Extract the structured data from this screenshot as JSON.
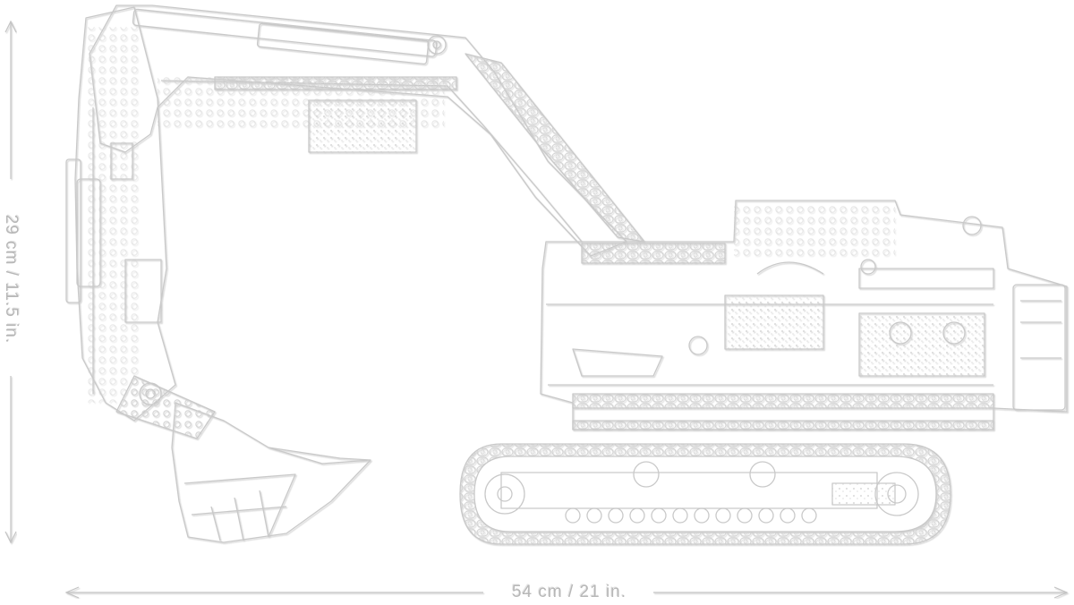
{
  "dimensions": {
    "height_label": "29 cm / 11.5 in.",
    "width_label": "54 cm / 21 in."
  },
  "colors": {
    "background": "#ffffff",
    "line": "#c9c9c9",
    "shadow": "#e2e2e2",
    "label": "#b7b7b7"
  },
  "icons": {
    "height_arrow": "double-headed-vertical-arrow",
    "width_arrow": "double-headed-horizontal-arrow"
  }
}
